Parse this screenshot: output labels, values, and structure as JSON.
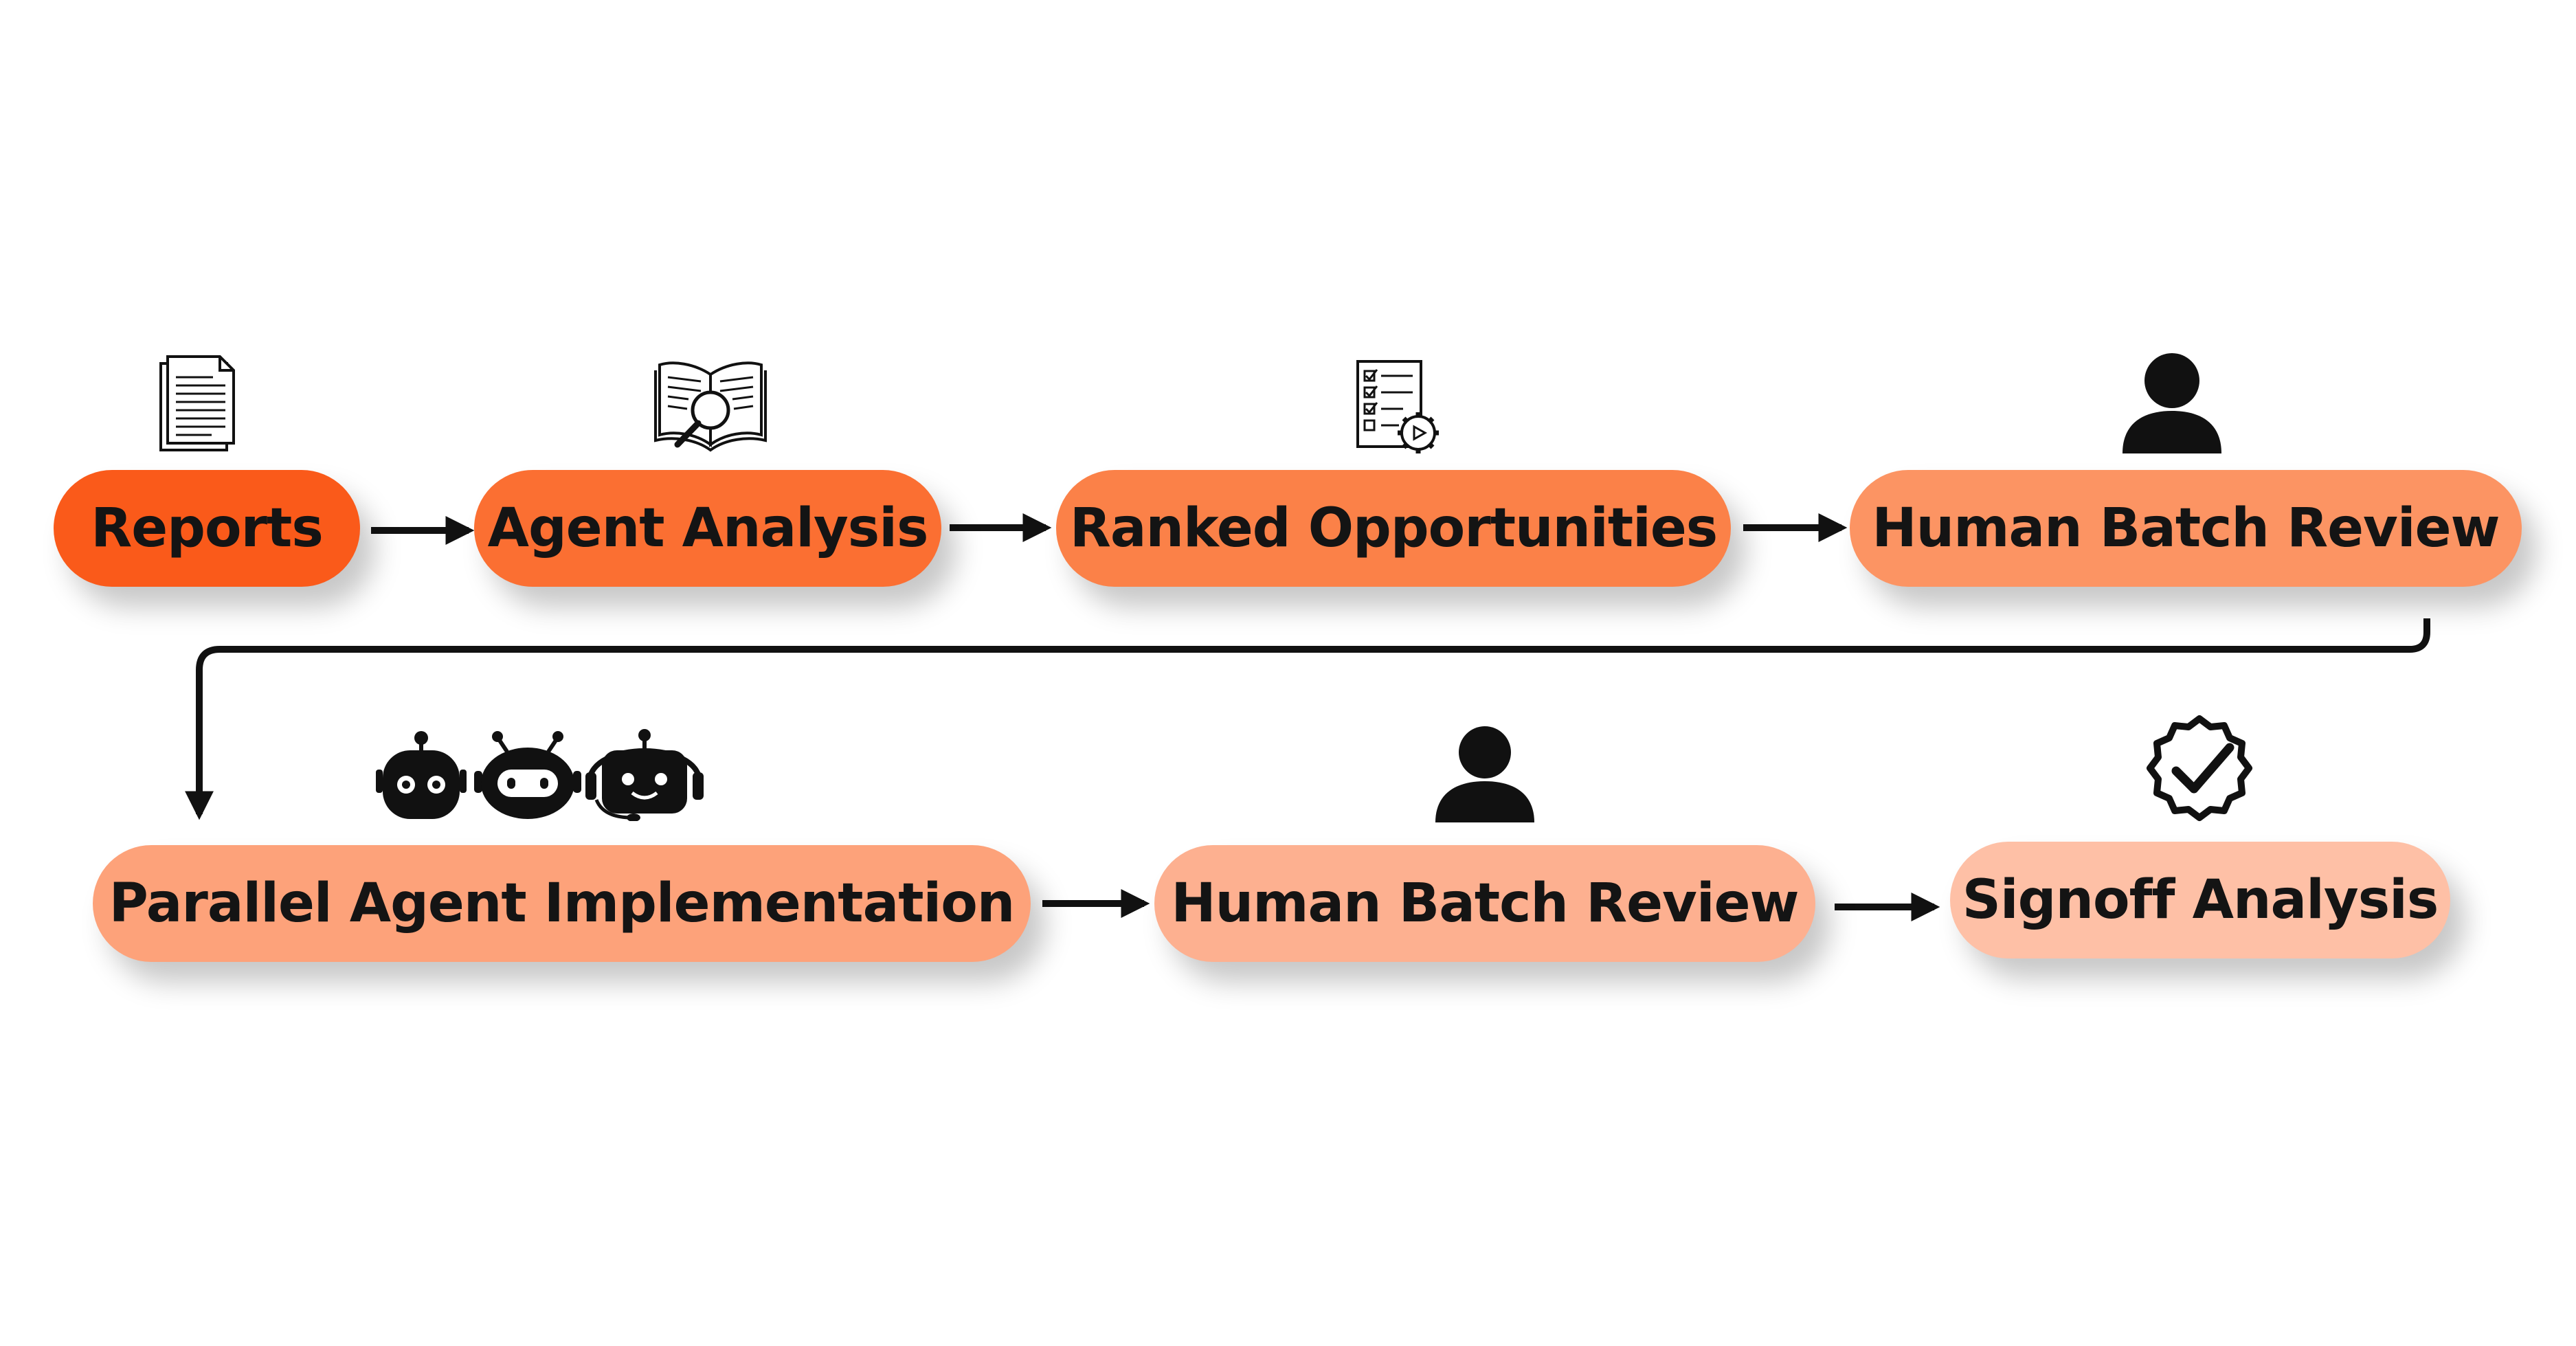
{
  "colors": {
    "step_1": "#fa5a1a",
    "step_2": "#fb6f32",
    "step_3": "#fb8148",
    "step_4": "#fc9463",
    "step_5": "#fda27a",
    "step_6": "#fdb090",
    "step_7": "#fec0a6",
    "text": "#141414",
    "line": "#111111"
  },
  "steps": [
    {
      "id": "reports",
      "label": "Reports",
      "icon": "document-icon"
    },
    {
      "id": "agent-analysis",
      "label": "Agent Analysis",
      "icon": "book-magnifier-icon"
    },
    {
      "id": "ranked-opportunities",
      "label": "Ranked Opportunities",
      "icon": "checklist-gear-icon"
    },
    {
      "id": "human-batch-review-1",
      "label": "Human Batch Review",
      "icon": "person-icon"
    },
    {
      "id": "parallel-agent-implementation",
      "label": "Parallel Agent Implementation",
      "icon": "robots-icon"
    },
    {
      "id": "human-batch-review-2",
      "label": "Human Batch Review",
      "icon": "person-icon"
    },
    {
      "id": "signoff-analysis",
      "label": "Signoff Analysis",
      "icon": "verified-badge-icon"
    }
  ]
}
